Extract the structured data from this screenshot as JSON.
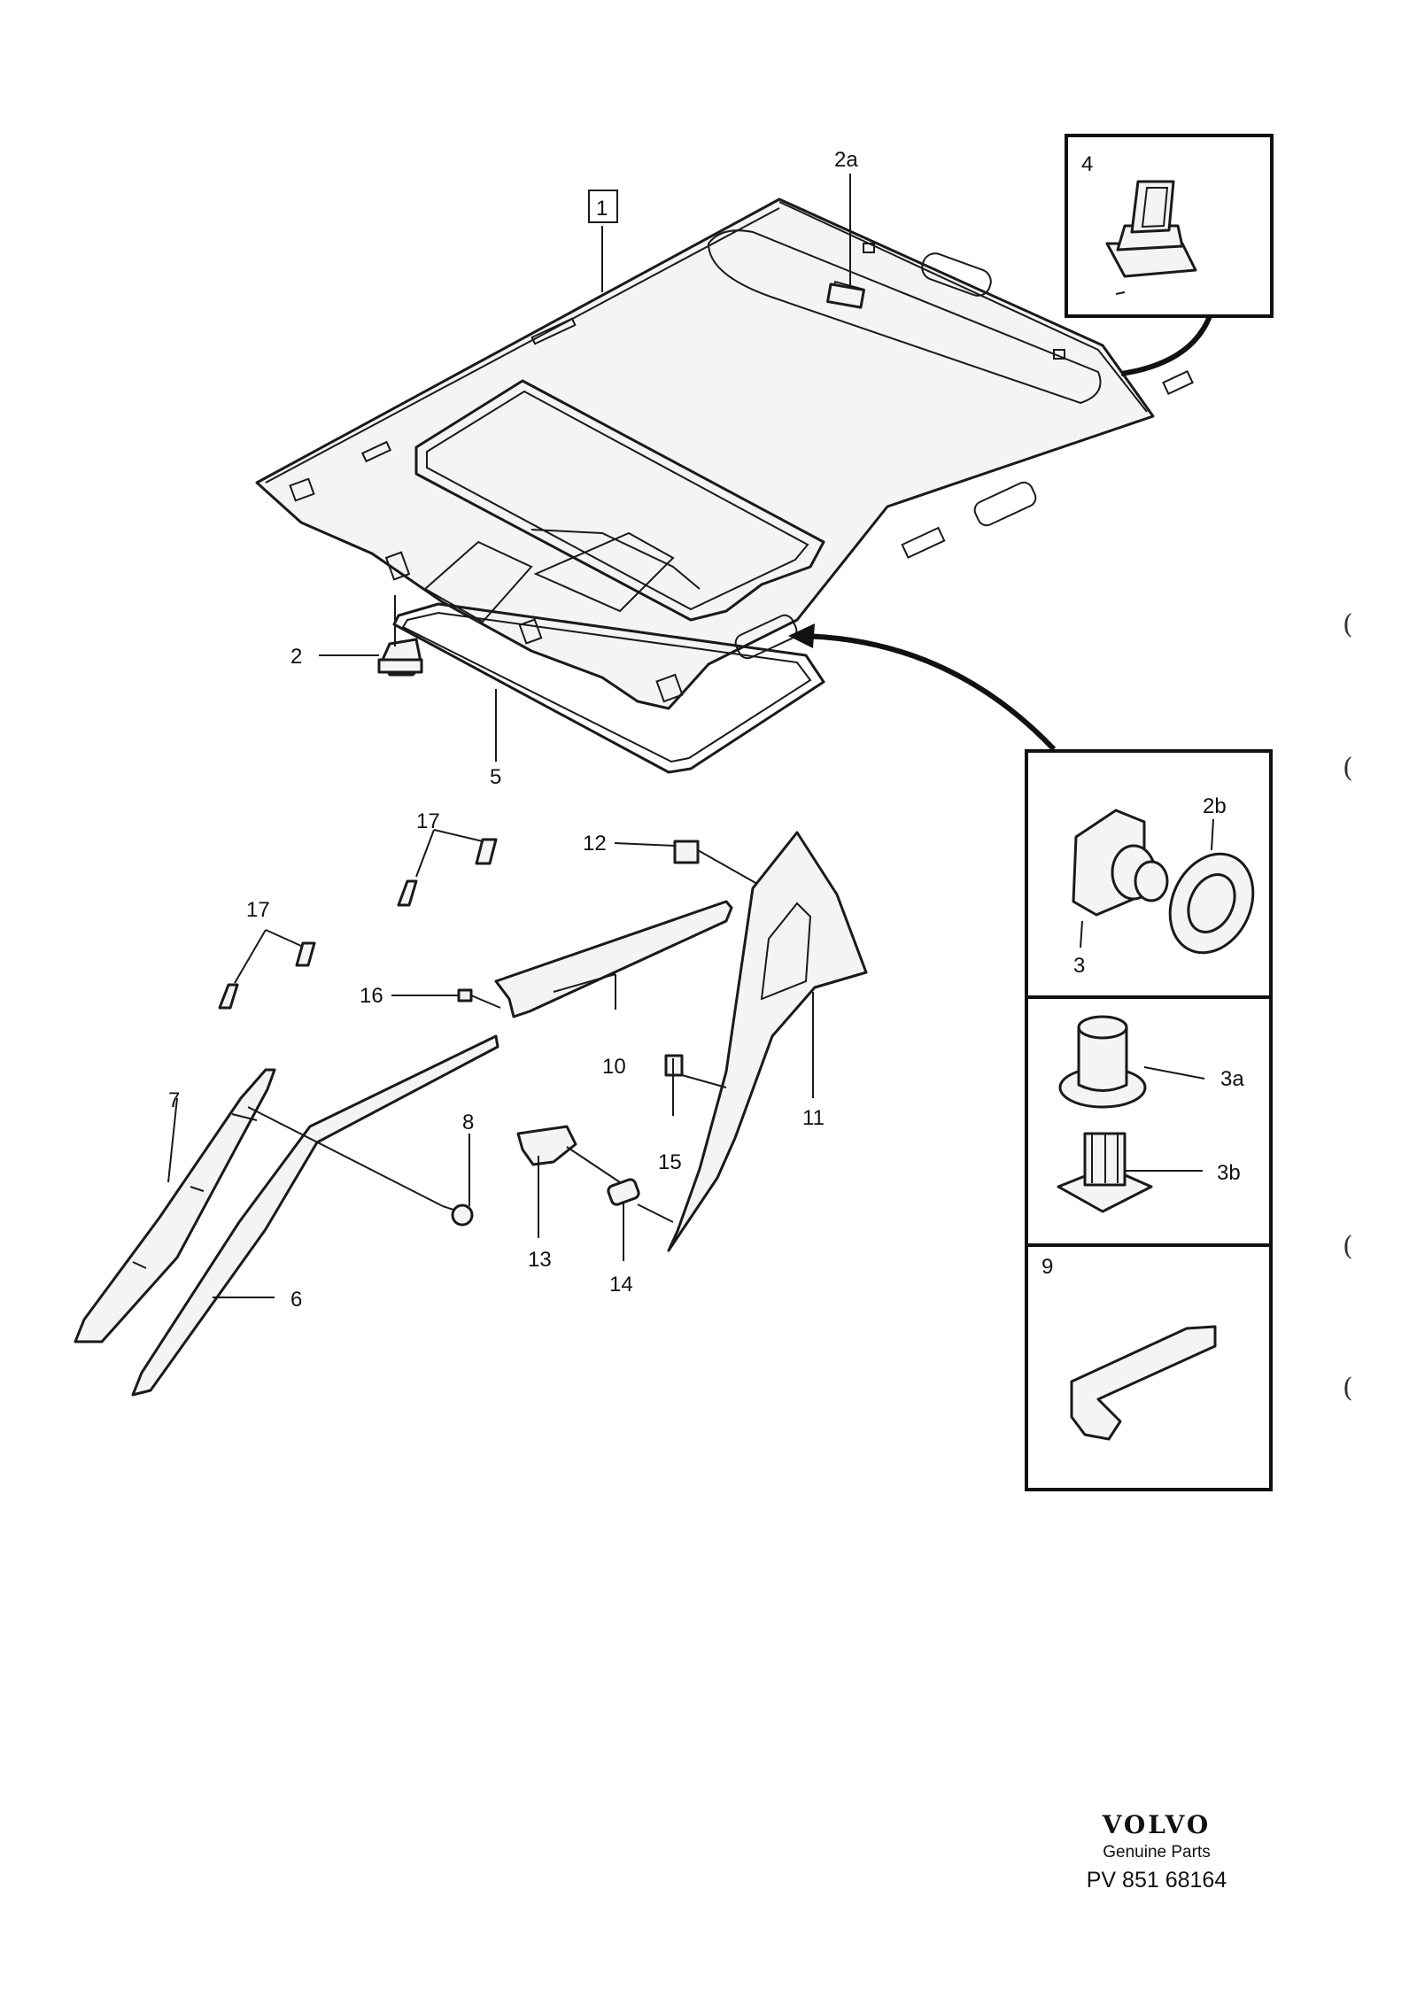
{
  "callouts": {
    "c1": "1",
    "c2": "2",
    "c2a": "2a",
    "c2b": "2b",
    "c3": "3",
    "c3a": "3a",
    "c3b": "3b",
    "c4": "4",
    "c5": "5",
    "c6": "6",
    "c7": "7",
    "c8": "8",
    "c9": "9",
    "c10": "10",
    "c11": "11",
    "c12": "12",
    "c13": "13",
    "c14": "14",
    "c15": "15",
    "c16": "16",
    "c17a": "17",
    "c17b": "17"
  },
  "footer": {
    "brand": "VOLVO",
    "subtitle": "Genuine Parts",
    "code": "PV 851 68164"
  },
  "margin_marks": [
    "(",
    "(",
    "(",
    "("
  ]
}
